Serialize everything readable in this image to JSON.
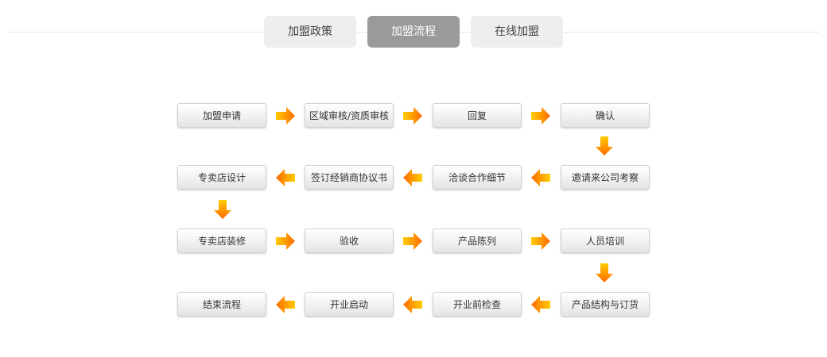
{
  "tabs": [
    {
      "label": "加盟政策",
      "active": false
    },
    {
      "label": "加盟流程",
      "active": true
    },
    {
      "label": "在线加盟",
      "active": false
    }
  ],
  "flow": {
    "rows": [
      [
        "加盟申请",
        "区域审核/资质审核",
        "回复",
        "确认"
      ],
      [
        "专卖店设计",
        "签订经销商协议书",
        "洽谈合作细节",
        "邀请来公司考察"
      ],
      [
        "专卖店装修",
        "验收",
        "产品陈列",
        "人员培训"
      ],
      [
        "结束流程",
        "开业启动",
        "开业前检查",
        "产品结构与订货"
      ]
    ]
  },
  "colors": {
    "tab_active_bg": "#9a9a9a",
    "tab_inactive_bg": "#eeeeee",
    "arrow_start": "#ffcc00",
    "arrow_end": "#ff6a00"
  }
}
